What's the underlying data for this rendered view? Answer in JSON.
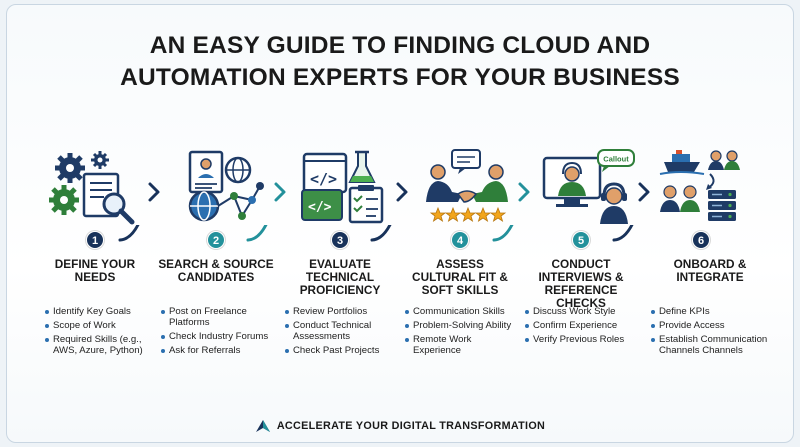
{
  "title": {
    "line1": "AN EASY GUIDE TO FINDING CLOUD AND",
    "line2": "AUTOMATION EXPERTS FOR YOUR BUSINESS"
  },
  "colors": {
    "navy": "#18325a",
    "teal": "#23919b",
    "accent_blue": "#2b6fb0",
    "accent_green": "#4caf50"
  },
  "steps": [
    {
      "number": "1",
      "title": "DEFINE YOUR NEEDS",
      "icon": "gears-document-magnifier-icon",
      "bullets": [
        "Identify Key Goals",
        "Scope of Work",
        "Required Skills (e.g., AWS, Azure, Python)"
      ]
    },
    {
      "number": "2",
      "title": "SEARCH & SOURCE CANDIDATES",
      "icon": "resume-globe-network-icon",
      "bullets": [
        "Post on Freelance Platforms",
        "Check Industry Forums",
        "Ask for Referrals"
      ]
    },
    {
      "number": "3",
      "title": "EVALUATE TECHNICAL PROFICIENCY",
      "icon": "code-window-flask-checklist-icon",
      "bullets": [
        "Review Portfolios",
        "Conduct Technical Assessments",
        "Check Past Projects"
      ]
    },
    {
      "number": "4",
      "title": "ASSESS CULTURAL FIT & SOFT SKILLS",
      "icon": "handshake-chat-stars-icon",
      "bullets": [
        "Communication Skills",
        "Problem-Solving Ability",
        "Remote Work Experience"
      ]
    },
    {
      "number": "5",
      "title": "CONDUCT INTERVIEWS & REFERENCE CHECKS",
      "icon": "video-call-headset-icon",
      "callout": "Callout",
      "bullets": [
        "Discuss Work Style",
        "Confirm Experience",
        "Verify Previous Roles"
      ]
    },
    {
      "number": "6",
      "title": "ONBOARD & INTEGRATE",
      "icon": "team-ship-server-icon",
      "bullets": [
        "Define KPIs",
        "Provide Access",
        "Establish Communication Channels Channels"
      ]
    }
  ],
  "footer": {
    "text": "ACCELERATE YOUR DIGITAL TRANSFORMATION",
    "icon": "rocket-arrow-icon"
  }
}
